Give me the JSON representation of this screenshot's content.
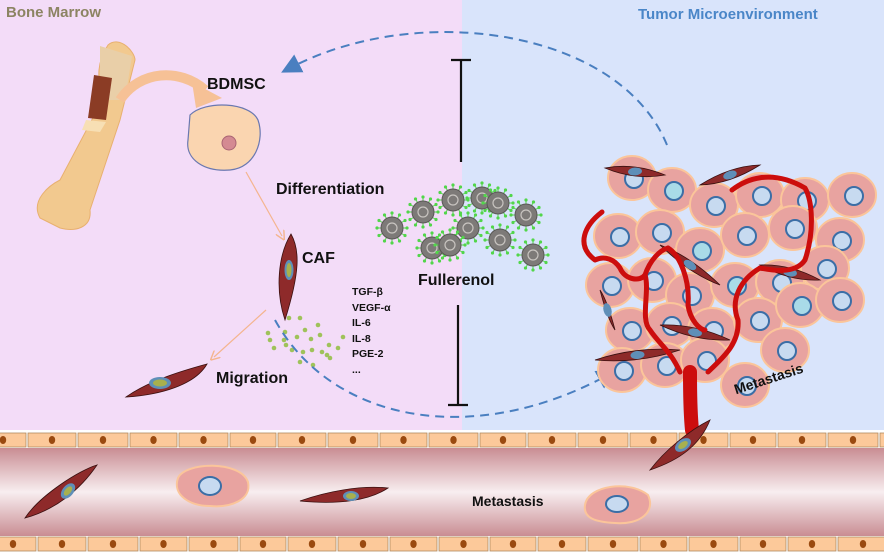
{
  "regions": {
    "left": {
      "title": "Bone Marrow",
      "color": "#8c8463",
      "bg": "#f3dcf8"
    },
    "right": {
      "title": "Tumor Microenvironment",
      "color": "#4a86c8",
      "bg": "#d9e4fb"
    }
  },
  "labels": {
    "bdmsc": "BDMSC",
    "differentiation": "Differentiation",
    "caf": "CAF",
    "migration": "Migration",
    "fullerenol": "Fullerenol",
    "metastasis_tumor": "Metastasis",
    "metastasis_vessel": "Metastasis"
  },
  "cytokines": [
    "TGF-β",
    "VEGF-α",
    "IL-6",
    "IL-8",
    "PGE-2",
    "..."
  ],
  "colors": {
    "dashed_arrow": "#4a7fc0",
    "inhibition": "#111111",
    "caf_cell": "#8e2a2a",
    "tumor_cell": "#e8a3a0",
    "tumor_nucleus": "#c7daf0",
    "vessel_red": "#cc0d0d",
    "endothelial": "#fcc99a",
    "endothelial_nucleus": "#9a4a10",
    "fullerenol_core": "#7d7a78",
    "fullerenol_oh": "#52d64a",
    "cytokine_dots": "#9fc25a",
    "bone": "#f2c98f"
  }
}
